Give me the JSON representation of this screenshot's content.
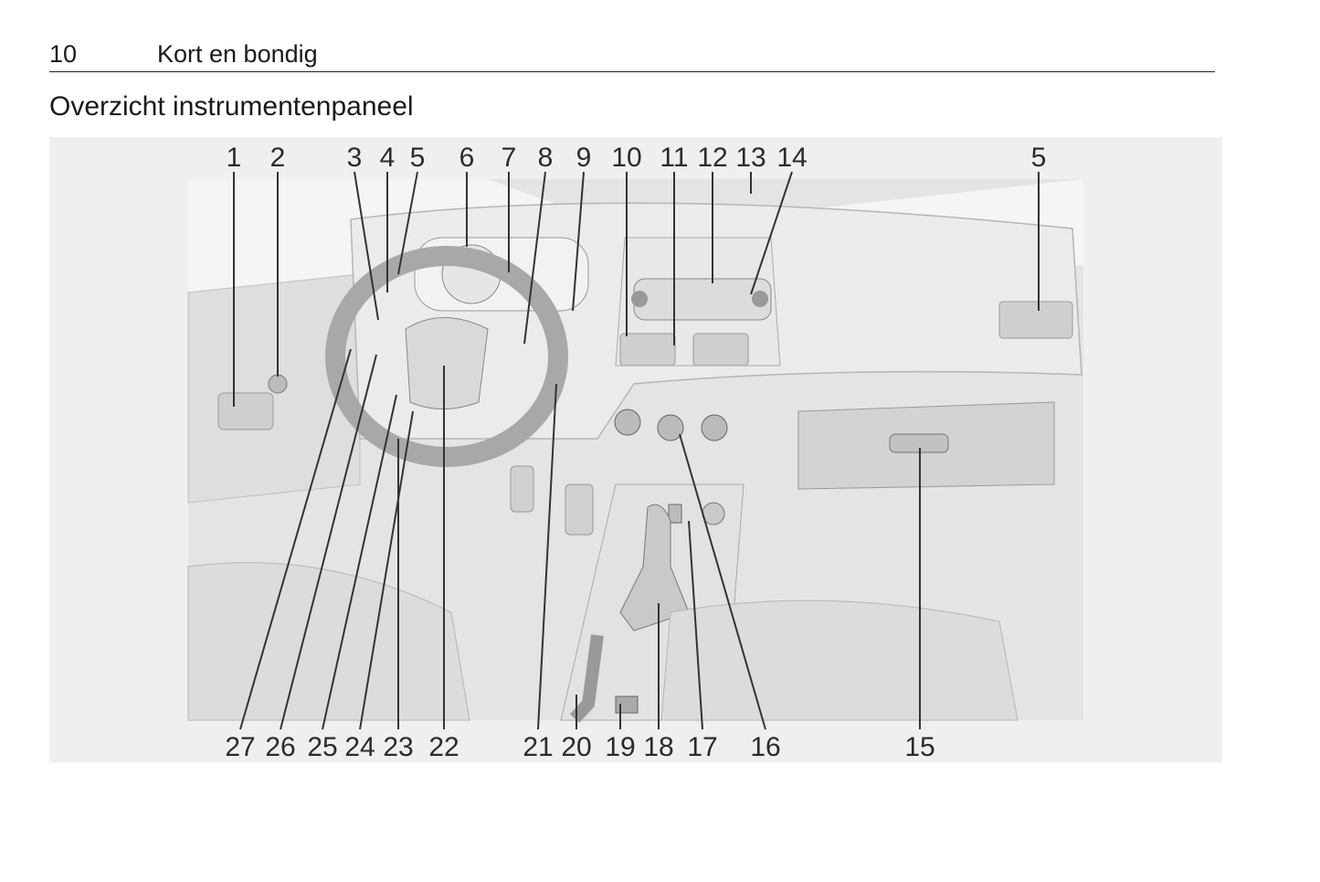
{
  "header": {
    "page_number": "10",
    "running_title": "Kort en bondig"
  },
  "section": {
    "title": "Overzicht instrumentenpaneel"
  },
  "figure": {
    "top_callouts": [
      "1",
      "2",
      "3",
      "4",
      "5",
      "6",
      "7",
      "8",
      "9",
      "10",
      "11",
      "12",
      "13",
      "14",
      "5"
    ],
    "bottom_callouts": [
      "27",
      "26",
      "25",
      "24",
      "23",
      "22",
      "21",
      "20",
      "19",
      "18",
      "17",
      "16",
      "15"
    ]
  }
}
